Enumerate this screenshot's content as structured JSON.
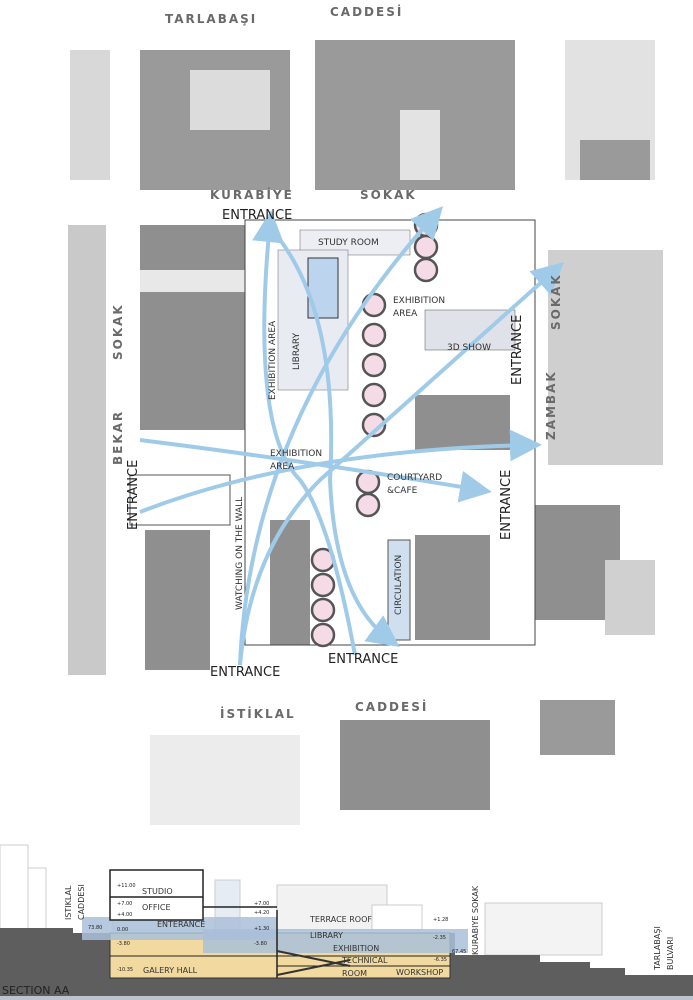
{
  "streets": {
    "tarlabasi": "TARLABAŞI",
    "caddesi_top": "CADDESİ",
    "kurabiye": "KURABİYE",
    "sokak_top": "SOKAK",
    "sokak_left": "SOKAK",
    "bekar": "BEKAR",
    "sokak_right": "SOKAK",
    "zambak": "ZAMBAK",
    "istiklal": "İSTİKLAL",
    "caddesi_bottom": "CADDESİ"
  },
  "plan": {
    "entrance_top": "ENTRANCE",
    "study_room": "STUDY ROOM",
    "library": "LIBRARY",
    "exhibition_area_vertical": "EXHIBITION AREA",
    "exhibition_area_1": "EXHIBITION",
    "exhibition_area_2": "AREA",
    "show_3d": "3D SHOW",
    "entrance_right": "ENTRANCE",
    "entrance_left": "ENTRANCE",
    "exhibition_center_1": "EXHIBITION",
    "exhibition_center_2": "AREA",
    "watching_wall": "WATCHING ON THE WALL",
    "courtyard_1": "COURTYARD",
    "courtyard_2": "&CAFE",
    "circulation": "CIRCULATION",
    "entrance_right_low": "ENTRANCE",
    "entrance_bottom_left": "ENTRANCE",
    "entrance_bottom_right": "ENTRANCE"
  },
  "section": {
    "title": "SECTION AA",
    "istiklal": "ISTIKLAL",
    "caddesi": "CADDESI",
    "kurabiye_sokak": "KURABIYE SOKAK",
    "tarlabasi": "TARLABAŞI",
    "bulvari": "BULVARI",
    "studio": "STUDIO",
    "office": "OFFICE",
    "enterance": "ENTERANCE",
    "terrace_roof": "TERRACE ROOF",
    "library": "LIBRARY",
    "exhibition": "EXHIBITION",
    "technical": "TECHNICAL",
    "room": "ROOM",
    "workshop": "WORKSHOP",
    "galery_hall": "GALERY HALL",
    "levels": {
      "l1": "+11.00",
      "l2": "+7.00",
      "l3": "+4.00",
      "l4": "0.00",
      "l5": "-3.80",
      "l6": "-10.35",
      "l7": "+7.00",
      "l8": "+4.20",
      "l9": "+1.30",
      "l10": "-3.80",
      "l11": "+1.28",
      "l12": "-2.35",
      "l13": "-6.35",
      "l14": "73.80",
      "l15": "67.45"
    }
  },
  "colors": {
    "building": "#8f8f8f",
    "light": "#e6e6e6",
    "arrow": "#9fcbe8",
    "blue": "#a9bfd9",
    "yellow": "#f1d9a0",
    "ground": "#5e5e5e"
  }
}
